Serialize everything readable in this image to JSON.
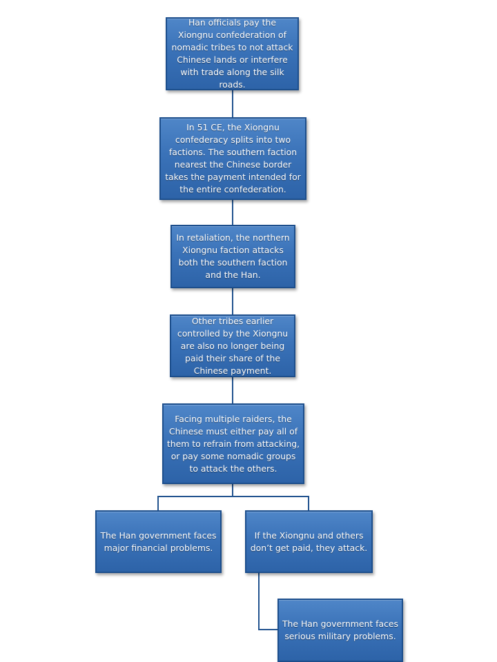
{
  "colors": {
    "box_fill": "#3a72b8",
    "box_border": "#1c4e8c",
    "connector": "#22538f",
    "text": "#ffffff"
  },
  "nodes": [
    {
      "text": "Han officials pay the Xiongnu confederation of nomadic tribes to not attack Chinese lands or interfere with trade along the silk roads."
    },
    {
      "text": "In 51 CE, the Xiongnu confederacy splits into two factions. The southern faction nearest the Chinese border takes the payment intended for the entire confederation."
    },
    {
      "text": "In retaliation, the northern Xiongnu faction attacks both the southern faction and the Han."
    },
    {
      "text": "Other tribes earlier controlled by the Xiongnu are also no longer being paid their share of the Chinese payment."
    },
    {
      "text": "Facing multiple raiders, the Chinese must either pay all of them to refrain from attacking, or pay some nomadic groups to attack the others."
    },
    {
      "text": "The Han government faces major financial problems."
    },
    {
      "text": "If the Xiongnu and others don’t get paid, they attack."
    },
    {
      "text": "The Han government faces serious military problems."
    }
  ],
  "edges": [
    {
      "from": 1,
      "to": 2
    },
    {
      "from": 2,
      "to": 3
    },
    {
      "from": 3,
      "to": 4
    },
    {
      "from": 4,
      "to": 5
    },
    {
      "from": 5,
      "to": 6
    },
    {
      "from": 5,
      "to": 7
    },
    {
      "from": 7,
      "to": 8
    }
  ]
}
